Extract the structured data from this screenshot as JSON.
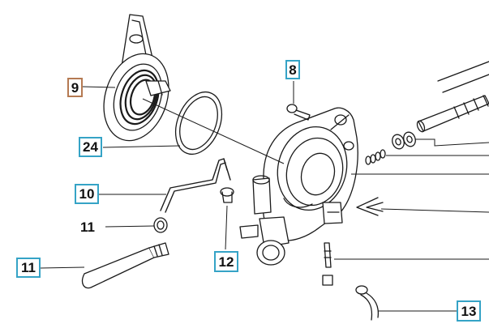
{
  "callouts": {
    "c9": {
      "label": "9",
      "border": "#b57a52"
    },
    "c8": {
      "label": "8",
      "border": "#35a3c6"
    },
    "c24": {
      "label": "24",
      "border": "#35a3c6"
    },
    "c10": {
      "label": "10",
      "border": "#35a3c6"
    },
    "c11a": {
      "label": "11",
      "border": "none"
    },
    "c11b": {
      "label": "11",
      "border": "#35a3c6"
    },
    "c12": {
      "label": "12",
      "border": "#35a3c6"
    },
    "c13": {
      "label": "13",
      "border": "#35a3c6"
    }
  },
  "colors": {
    "line": "#1a1a1a",
    "highlight": "#35a3c6",
    "part_9_highlight": "#b57a52"
  }
}
